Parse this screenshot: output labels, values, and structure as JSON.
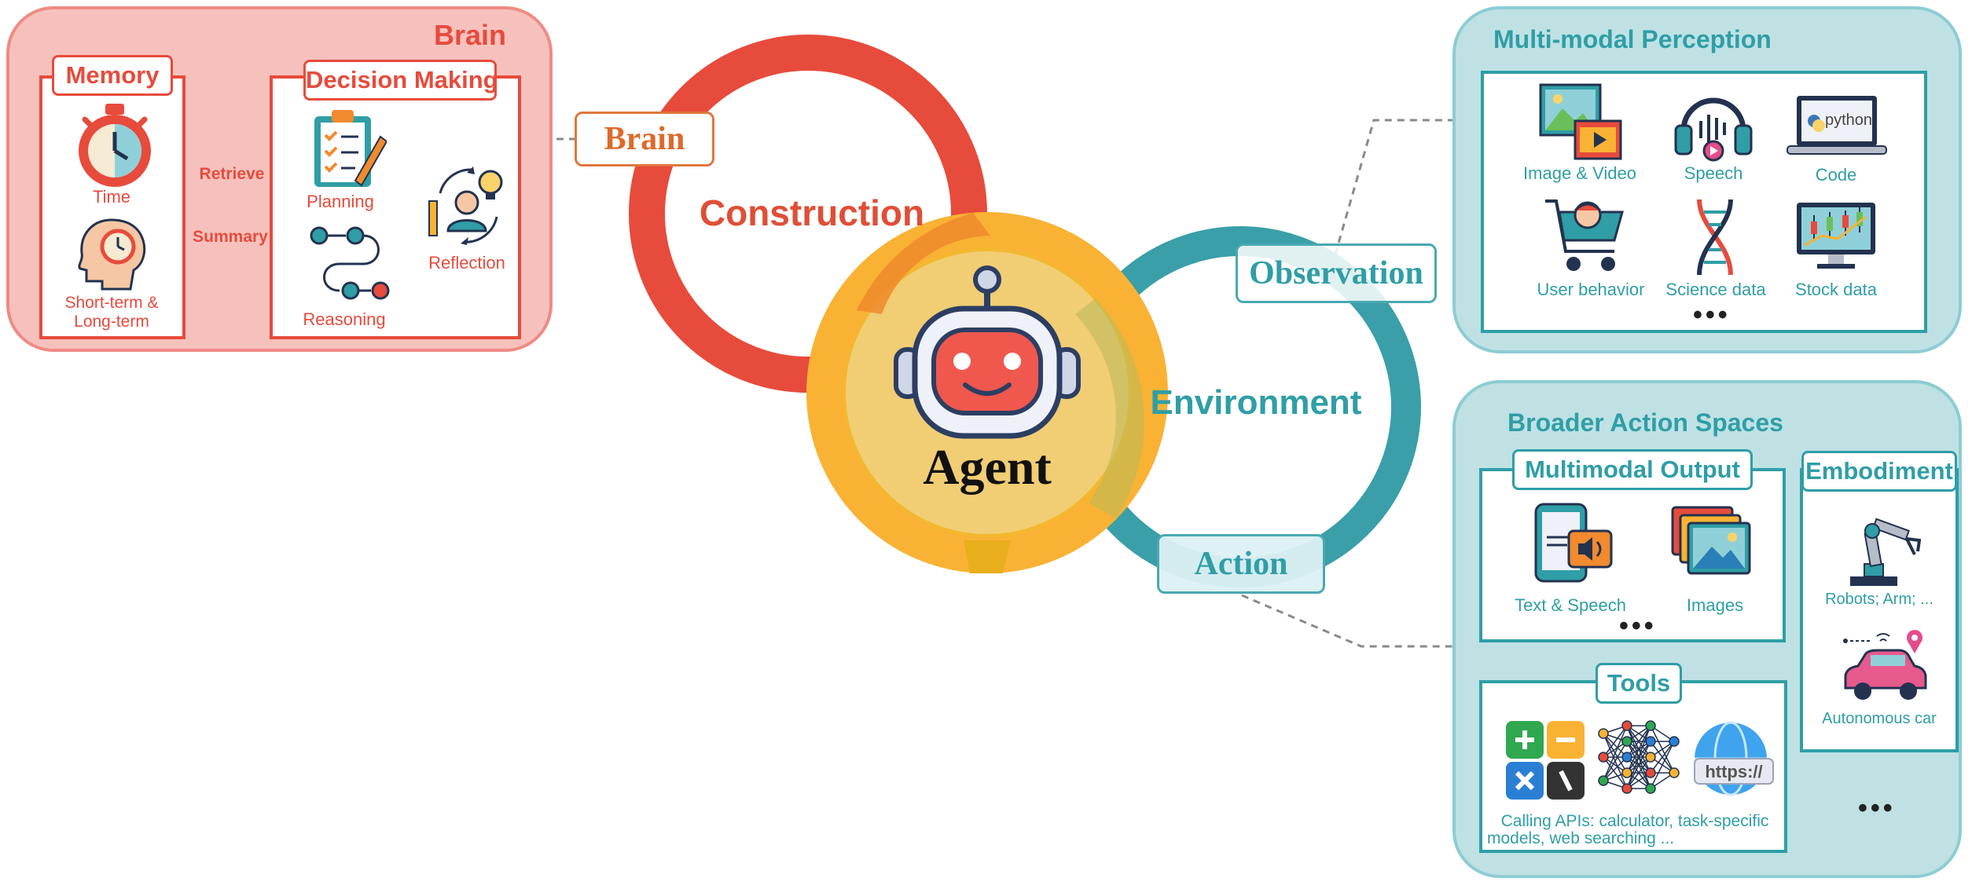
{
  "brain_panel": {
    "title": "Brain",
    "memory": {
      "title": "Memory",
      "time": "Time",
      "term_line1": "Short-term &",
      "term_line2": "Long-term"
    },
    "decision": {
      "title": "Decision Making",
      "planning": "Planning",
      "reasoning": "Reasoning",
      "reflection": "Reflection"
    },
    "arrow_retrieve": "Retrieve",
    "arrow_summary": "Summary"
  },
  "center": {
    "construction": "Construction",
    "agent": "Agent",
    "environment": "Environment",
    "brain_tag": "Brain",
    "observation_tag": "Observation",
    "action_tag": "Action"
  },
  "perception_panel": {
    "title": "Multi-modal Perception",
    "items": [
      {
        "label": "Image & Video",
        "icon": "image-video-icon"
      },
      {
        "label": "Speech",
        "icon": "speech-headphone-icon"
      },
      {
        "label": "Code",
        "icon": "python-laptop-icon",
        "icon_text": "python"
      },
      {
        "label": "User behavior",
        "icon": "shopping-cart-icon"
      },
      {
        "label": "Science data",
        "icon": "dna-icon"
      },
      {
        "label": "Stock data",
        "icon": "stock-chart-icon"
      }
    ],
    "more": "•••"
  },
  "action_panel": {
    "title": "Broader Action Spaces",
    "multimodal": {
      "title": "Multimodal Output",
      "text_speech": "Text & Speech",
      "images": "Images",
      "more": "•••"
    },
    "embodiment": {
      "title": "Embodiment",
      "robots": "Robots; Arm; ...",
      "car": "Autonomous car"
    },
    "tools": {
      "title": "Tools",
      "desc_line1": "Calling APIs: calculator, task-specific",
      "desc_line2": "models, web searching ...",
      "https": "https://"
    },
    "more": "•••"
  },
  "colors": {
    "red": "#e74b3c",
    "teal": "#2f9ea6",
    "yellow": "#f9b233",
    "pink_bg": "#f6c1bd",
    "teal_bg": "#bfe1e4"
  }
}
